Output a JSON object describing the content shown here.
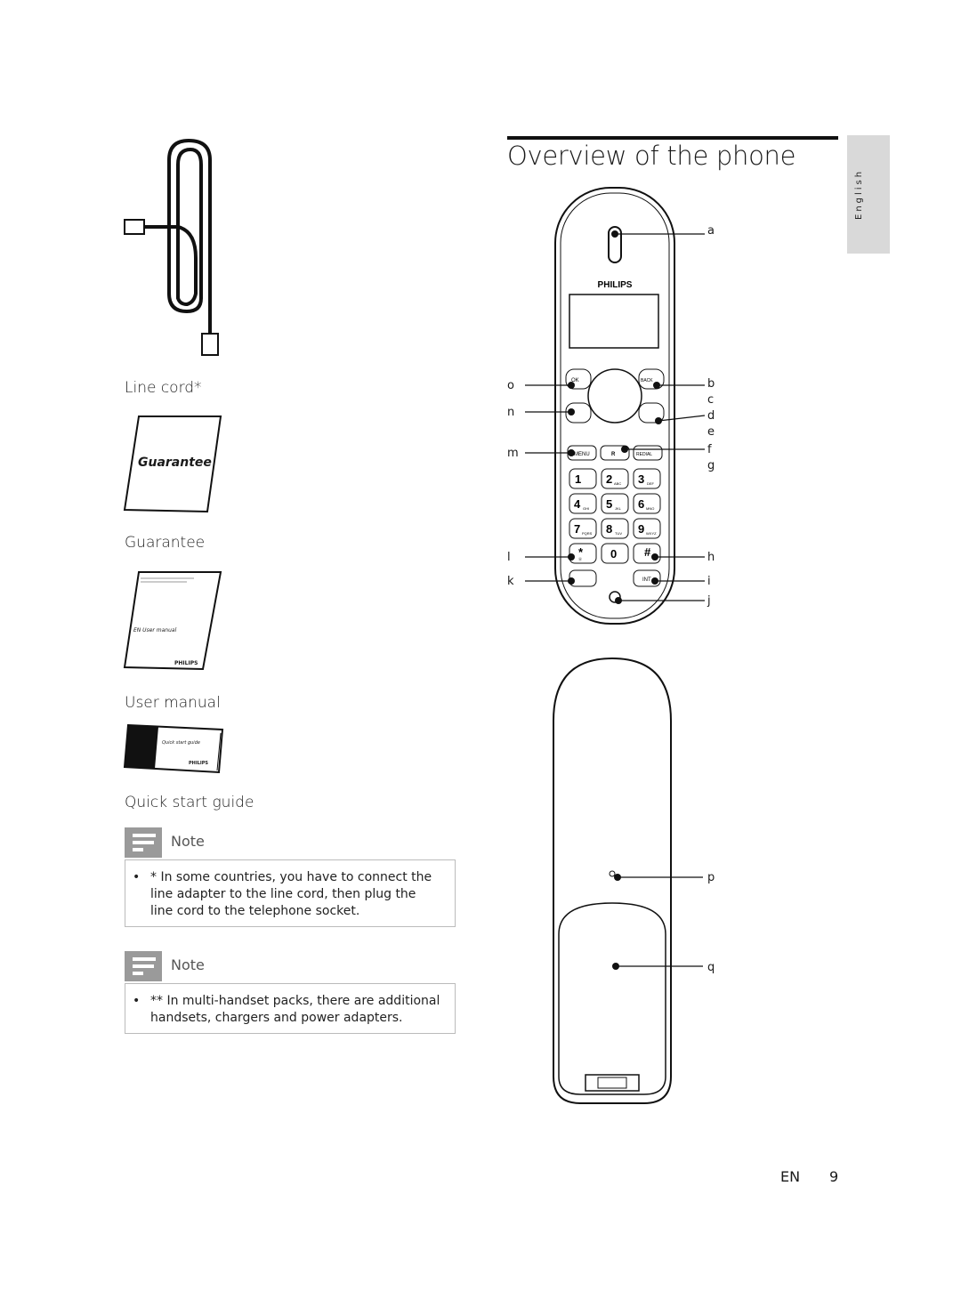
{
  "title": "Overview of the phone",
  "language_tab": "English",
  "items": {
    "line_cord": "Line cord*",
    "guarantee": "Guarantee",
    "guarantee_cover": "Guarantee",
    "user_manual": "User manual",
    "user_manual_cover": "EN   User manual",
    "user_manual_brand": "PHILIPS",
    "quick_start_guide": "Quick start guide",
    "quick_start_cover": "Quick start guide",
    "quick_start_brand": "PHILIPS"
  },
  "notes": [
    {
      "label": "Note",
      "bullet": "•",
      "text": "* In some countries, you have to connect the line adapter to the line cord, then plug the line cord to the telephone socket."
    },
    {
      "label": "Note",
      "bullet": "•",
      "text": "** In multi-handset packs, there are additional handsets, chargers and power adapters."
    }
  ],
  "phone": {
    "brand": "PHILIPS",
    "keys": {
      "ok": "OK",
      "back": "BACK",
      "menu": "MENU",
      "r": "R",
      "redial": "REDIAL",
      "int": "INT",
      "k1": "1",
      "k2": "2",
      "k2s": "ABC",
      "k3": "3",
      "k3s": "DEF",
      "k4": "4",
      "k4s": "GHI",
      "k5": "5",
      "k5s": "JKL",
      "k6": "6",
      "k6s": "MNO",
      "k7": "7",
      "k7s": "PQRS",
      "k8": "8",
      "k8s": "TUV",
      "k9": "9",
      "k9s": "WXYZ",
      "kstar": "*",
      "kstars": "Ⓐ",
      "k0": "0",
      "khash": "#"
    },
    "callouts": [
      "a",
      "b",
      "c",
      "d",
      "e",
      "f",
      "g",
      "h",
      "i",
      "j",
      "k",
      "l",
      "m",
      "n",
      "o",
      "p",
      "q"
    ]
  },
  "footer": {
    "lang": "EN",
    "page": "9"
  }
}
